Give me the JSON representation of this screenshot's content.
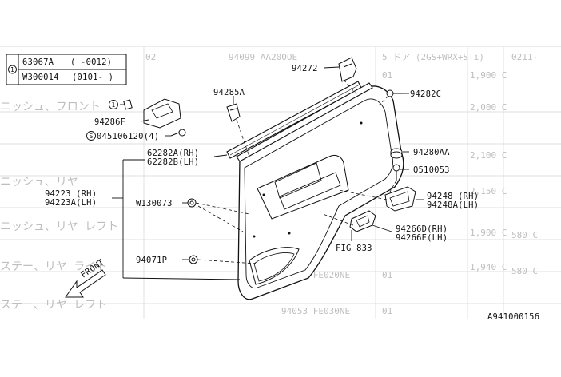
{
  "diagram": {
    "ref_code": "A941000156",
    "legend": {
      "marker": "1",
      "rows": [
        {
          "part": "63067A",
          "range": "( -0012)"
        },
        {
          "part": "W300014",
          "range": "(0101- )"
        }
      ]
    },
    "labels": {
      "p94272": "94272",
      "p94285a": "94285A",
      "p94282c": "94282C",
      "p94286f": "94286F",
      "marker1": "1",
      "screw_s": "S",
      "screw_code": "045106120(4)",
      "p62282a": "62282A(RH)",
      "p62282b": "62282B(LH)",
      "p94280aa": "94280AA",
      "q510053": "Q510053",
      "p94223": "94223 (RH)",
      "p94223a": "94223A(LH)",
      "w130073": "W130073",
      "p94248": "94248 (RH)",
      "p94248a": "94248A(LH)",
      "p94266d": "94266D(RH)",
      "p94266e": "94266E(LH)",
      "fig833": "FIG 833",
      "p94071p": "94071P",
      "front": "FRONT"
    },
    "background_text": [
      "0211-",
      "5 ドア (2GS+WRX+STi)",
      "94099 AA200OE",
      "02",
      "1,900 C",
      "2,000 C",
      "2,100 C",
      "2,150 C",
      "1,900 C",
      "1,940 C",
      "580 C",
      "580 C",
      "ニッシュ、フロント",
      "ニッシュ、リヤ",
      "ニッシュ、リヤ レフト",
      "ステー、リヤ ライト",
      "ステー、リヤ レフト",
      "94063 FE020NE",
      "94053 FE030NE",
      "01",
      "01",
      "01"
    ]
  }
}
